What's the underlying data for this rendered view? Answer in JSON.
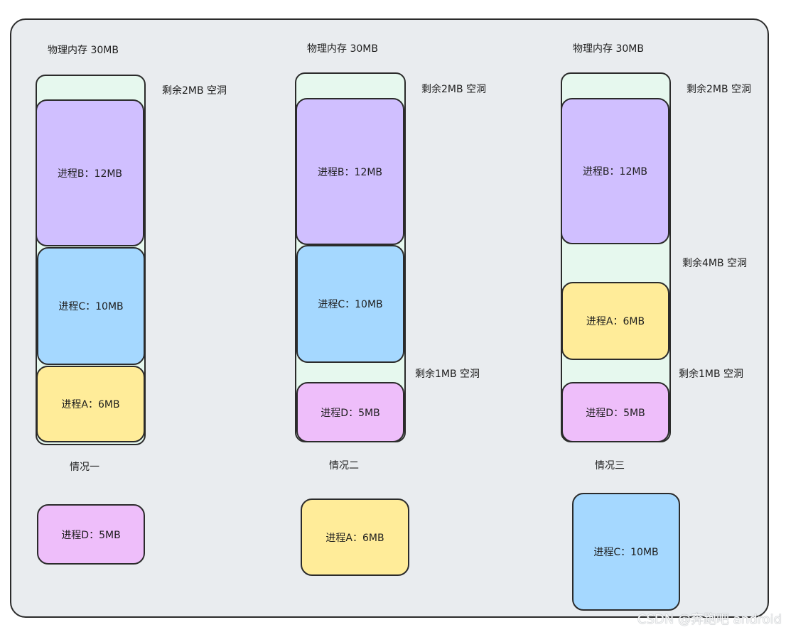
{
  "columns": [
    {
      "title": "物理内存 30MB",
      "caption": "情况一",
      "top_gap": "剩余2MB 空洞",
      "blocks": [
        "进程B：12MB",
        "进程C：10MB",
        "进程A：6MB"
      ],
      "incoming": "进程D：5MB"
    },
    {
      "title": "物理内存 30MB",
      "caption": "情况二",
      "top_gap": "剩余2MB 空洞",
      "bottom_gap": "剩余1MB 空洞",
      "blocks": [
        "进程B：12MB",
        "进程C：10MB",
        "进程D：5MB"
      ],
      "incoming": "进程A：6MB"
    },
    {
      "title": "物理内存 30MB",
      "caption": "情况三",
      "top_gap": "剩余2MB 空洞",
      "middle_gap": "剩余4MB 空洞",
      "bottom_gap": "剩余1MB 空洞",
      "blocks": [
        "进程B：12MB",
        "进程A：6MB",
        "进程D：5MB"
      ],
      "incoming": "进程C：10MB"
    }
  ],
  "watermark": "CSDN @奔跑吧 android",
  "colors": {
    "canvas": "#e9ecef",
    "memory": "#e6f8ee",
    "process_b": "#d0bfff",
    "process_c": "#a5d8ff",
    "process_a": "#ffec99",
    "process_d": "#eebefa"
  }
}
